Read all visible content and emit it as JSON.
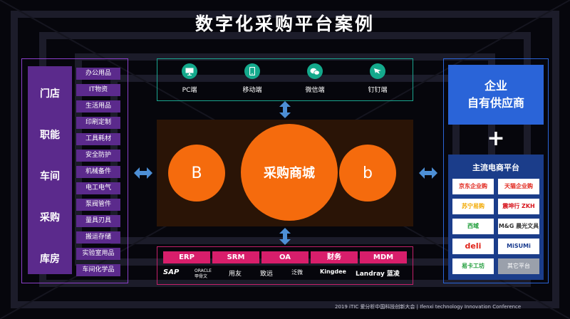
{
  "title": "数字化采购平台案例",
  "departments": [
    "门店",
    "职能",
    "车间",
    "采购",
    "库房"
  ],
  "categories": [
    "办公用品",
    "IT物资",
    "生活用品",
    "印刷定制",
    "工具耗材",
    "安全防护",
    "机械备件",
    "电工电气",
    "泵阀管件",
    "量具刃具",
    "搬运存储",
    "实验室用品",
    "车间化学品"
  ],
  "platforms": [
    {
      "label": "PC端",
      "icon": "monitor-icon"
    },
    {
      "label": "移动端",
      "icon": "mobile-icon"
    },
    {
      "label": "微信端",
      "icon": "wechat-icon"
    },
    {
      "label": "钉钉端",
      "icon": "dingtalk-icon"
    }
  ],
  "center": {
    "left": "B",
    "main": "采购商城",
    "right": "b"
  },
  "systems": [
    "ERP",
    "SRM",
    "OA",
    "财务",
    "MDM"
  ],
  "logos": [
    "SAP",
    "ORACLE 甲骨文",
    "用友",
    "致远",
    "泛微",
    "Kingdee",
    "Landray 蓝凌"
  ],
  "own_supplier": {
    "line1": "企业",
    "line2": "自有供应商"
  },
  "plus": "+",
  "ecommerce": {
    "title": "主流电商平台",
    "platforms": [
      {
        "label": "京东企业购",
        "color": "#e1251b"
      },
      {
        "label": "天猫企业购",
        "color": "#e1251b"
      },
      {
        "label": "苏宁易购",
        "color": "#f2a900"
      },
      {
        "label": "震坤行 ZKH",
        "color": "#d7161e"
      },
      {
        "label": "西域",
        "color": "#1f9d3a"
      },
      {
        "label": "M&G 晨光文具",
        "color": "#333333"
      },
      {
        "label": "deli",
        "color": "#e1251b"
      },
      {
        "label": "MiSUMi",
        "color": "#1a3c8f"
      },
      {
        "label": "易卡工坊",
        "color": "#1f9d3a"
      },
      {
        "label": "其它平台",
        "color": "#ffffff"
      }
    ]
  },
  "footer": "2019 iTIC  爱分析中国科技创新大会 | Ifenxi technology Innovation Conference"
}
